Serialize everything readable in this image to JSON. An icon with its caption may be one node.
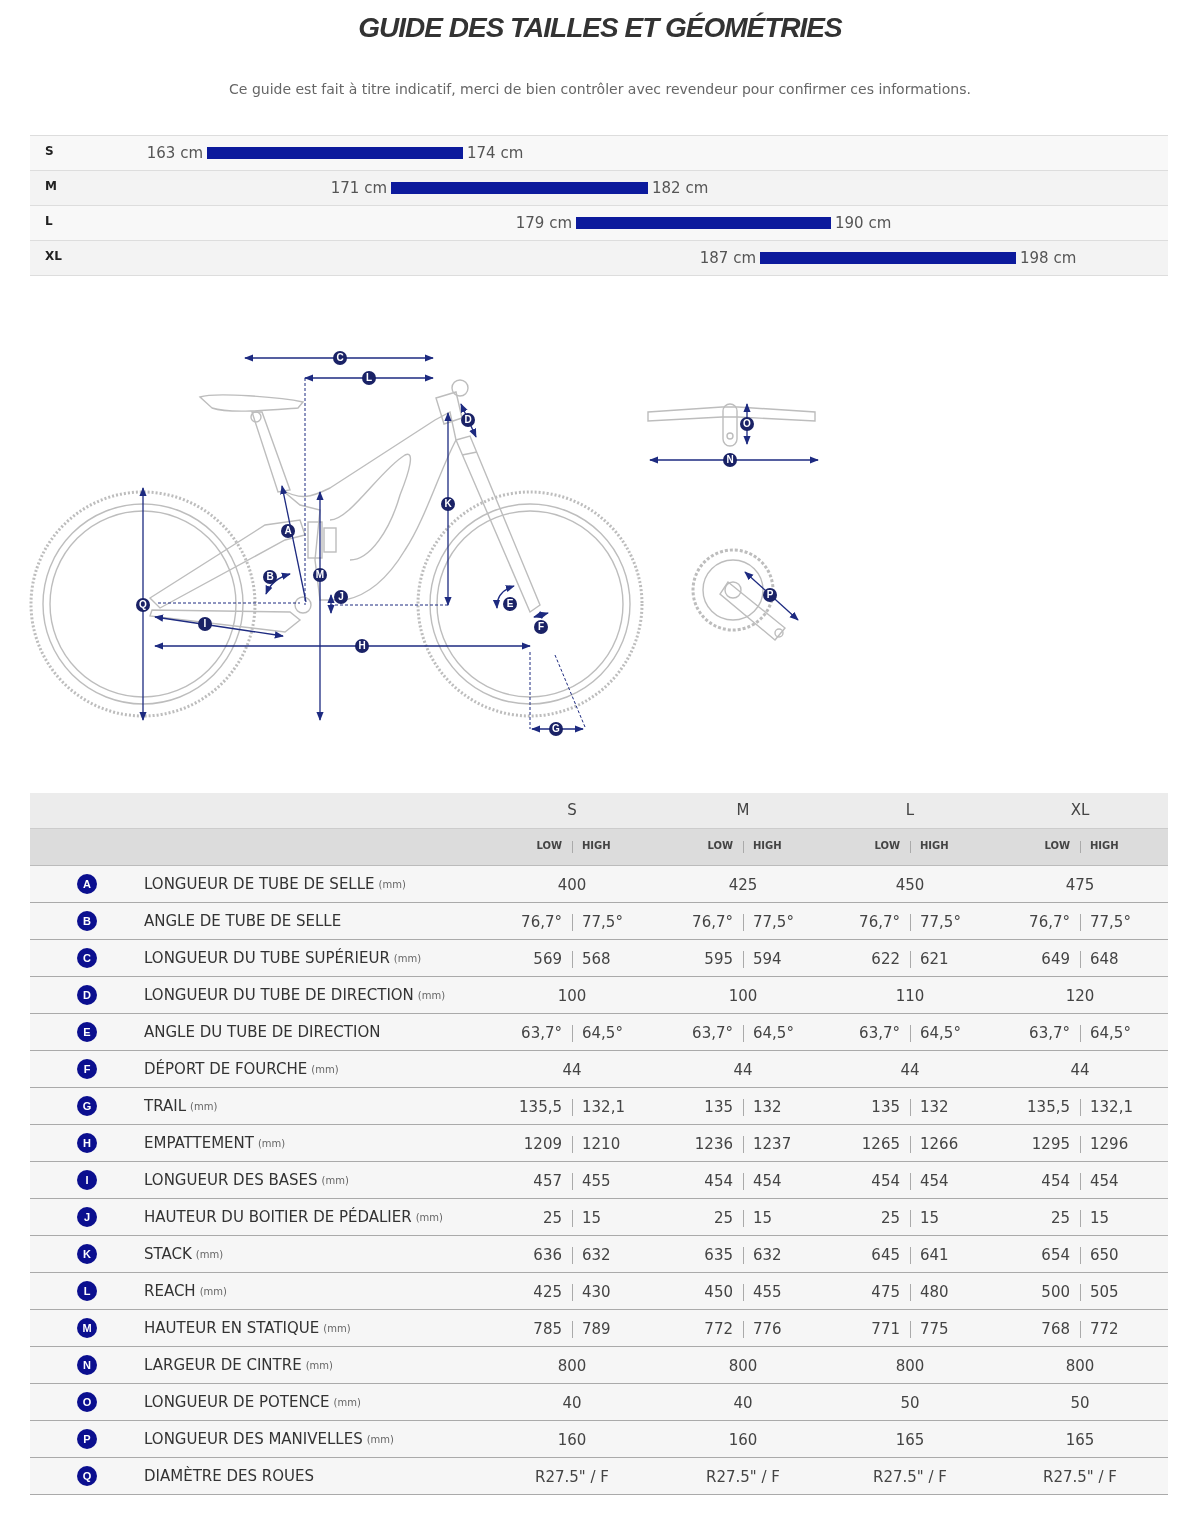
{
  "diagram": {
    "title": "GUIDE DES TAILLES ET GÉOMÉTRIES",
    "caption": "Ce guide est fait à titre indicatif, merci de bien contrôler avec revendeur pour confirmer ces informations.",
    "labels": [
      "S",
      "163 cm",
      "174 cm",
      "M",
      "171 cm",
      "182 cm",
      "L",
      "179 cm",
      "190 cm",
      "XL",
      "187 cm",
      "198 cm",
      "C",
      "L",
      "D",
      "O",
      "K",
      "A",
      "N",
      "B",
      "M",
      "Q",
      "J",
      "E",
      "P",
      "I",
      "F",
      "H",
      "G",
      "S",
      "M",
      "L",
      "XL",
      "LOW",
      "HIGH",
      "LOW",
      "HIGH",
      "LOW",
      "HIGH",
      "LOW",
      "HIGH",
      "A",
      "LONGUEUR DE TUBE DE SELLE",
      "(mm)",
      "400",
      "425",
      "450",
      "475",
      "B",
      "ANGLE DE TUBE DE SELLE",
      "76,7°",
      "77,5°",
      "76,7°",
      "77,5°",
      "76,7°",
      "77,5°",
      "76,7°",
      "77,5°",
      "C",
      "LONGUEUR DU TUBE SUPÉRIEUR",
      "(mm)",
      "569",
      "568",
      "595",
      "594",
      "622",
      "621",
      "649",
      "648",
      "D",
      "LONGUEUR DU TUBE DE DIRECTION",
      "(mm)",
      "100",
      "100",
      "110",
      "120",
      "E",
      "ANGLE DU TUBE DE DIRECTION",
      "63,7°",
      "64,5°",
      "63,7°",
      "64,5°",
      "63,7°",
      "64,5°",
      "63,7°",
      "64,5°",
      "F",
      "DÉPORT DE FOURCHE",
      "(mm)",
      "44",
      "44",
      "44",
      "44",
      "G",
      "TRAIL",
      "(mm)",
      "135,5",
      "132,1",
      "135",
      "132",
      "135",
      "132",
      "135,5",
      "132,1",
      "H",
      "EMPATTEMENT",
      "(mm)",
      "1209",
      "1210",
      "1236",
      "1237",
      "1265",
      "1266",
      "1295",
      "1296",
      "I",
      "LONGUEUR DES BASES",
      "(mm)",
      "457",
      "455",
      "454",
      "454",
      "454",
      "454",
      "454",
      "454",
      "J",
      "HAUTEUR DU BOITIER DE PÉDALIER",
      "(mm)",
      "25",
      "15",
      "25",
      "15",
      "25",
      "15",
      "25",
      "15",
      "K",
      "STACK",
      "(mm)",
      "636",
      "632",
      "635",
      "632",
      "645",
      "641",
      "654",
      "650",
      "L",
      "REACH",
      "(mm)",
      "425",
      "430",
      "450",
      "455",
      "475",
      "480",
      "500",
      "505",
      "M",
      "HAUTEUR EN STATIQUE",
      "(mm)",
      "785",
      "789",
      "772",
      "776",
      "771",
      "775",
      "768",
      "772",
      "N",
      "LARGEUR DE CINTRE",
      "(mm)",
      "800",
      "800",
      "800",
      "800",
      "O",
      "LONGUEUR DE POTENCE",
      "(mm)",
      "40",
      "40",
      "50",
      "50",
      "P",
      "LONGUEUR DES MANIVELLES",
      "(mm)",
      "160",
      "160",
      "165",
      "165",
      "Q",
      "DIAMÈTRE DES ROUES",
      "R27.5\" / F",
      "R27.5\" / F",
      "R27.5\" / F",
      "R27.5\" / F"
    ]
  }
}
